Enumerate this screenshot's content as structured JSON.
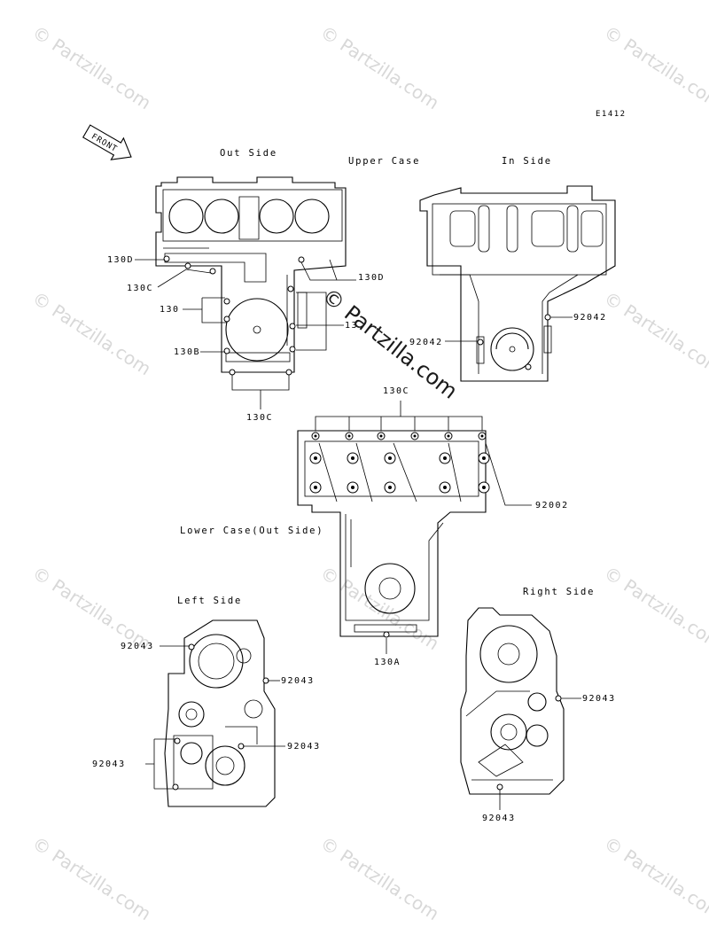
{
  "diagram_code": "E1412",
  "front_arrow": "FRONT",
  "titles": {
    "upper_case": "Upper Case",
    "out_side": "Out Side",
    "in_side": "In Side",
    "lower_case": "Lower Case(Out Side)",
    "left_side": "Left Side",
    "right_side": "Right Side"
  },
  "callouts": {
    "c130d_left": "130D",
    "c130d_right": "130D",
    "c130c_upper": "130C",
    "c130": "130",
    "c13": "13",
    "c130b": "130B",
    "c130c_bottom": "130C",
    "c92042_right": "92042",
    "c92042_left": "92042",
    "c130c_lower": "130C",
    "c92002": "92002",
    "c130a": "130A",
    "c92043_left_top": "92043",
    "c92043_left_mid": "92043",
    "c92043_left_low": "92043",
    "c92043_left_bot": "92043",
    "c92043_right_mid": "92043",
    "c92043_right_bot": "92043"
  },
  "watermark": {
    "text": "© Partzilla.com",
    "center_text": "© Partzilla.com"
  }
}
